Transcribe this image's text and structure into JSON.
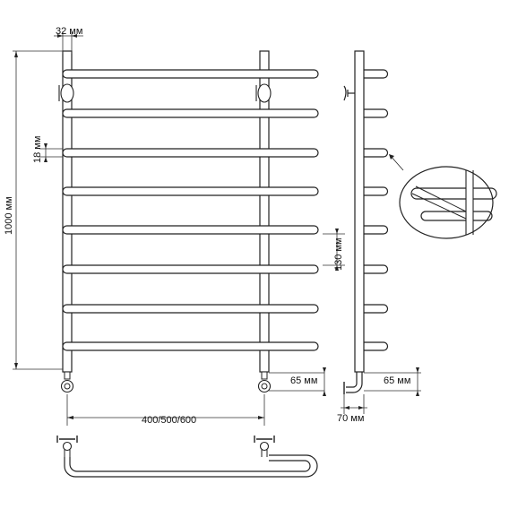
{
  "labels": {
    "top_width": "32 мм",
    "height": "1000 мм",
    "bar_thickness": "18 мм",
    "bar_spacing": "130 мм",
    "bottom_offset_front": "65 мм",
    "bottom_offset_side": "65 мм",
    "depth": "70 мм",
    "width_options": "400/500/600"
  },
  "colors": {
    "line": "#222222",
    "background": "#ffffff"
  }
}
